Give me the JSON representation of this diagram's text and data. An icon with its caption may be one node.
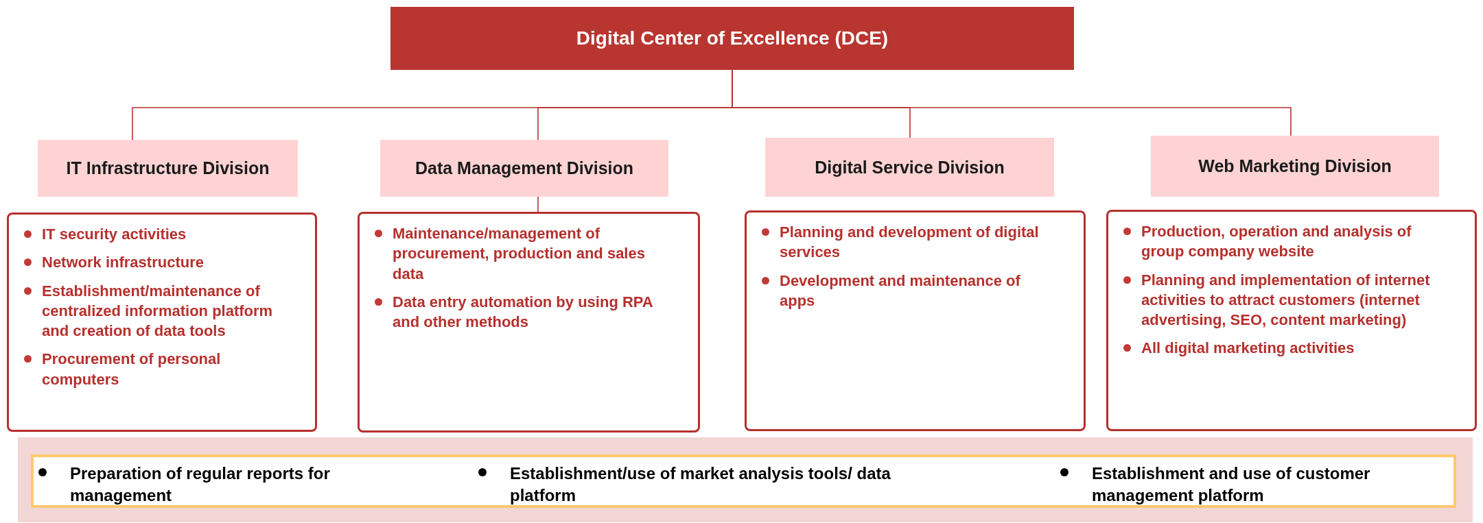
{
  "diagram": {
    "nodes": [
      {
        "text": [
          "Digital Center of Excellence (DCE)"
        ]
      },
      {
        "text": [
          "IT Infrastructure Division"
        ]
      },
      {
        "text": [
          "Data Management Division"
        ]
      },
      {
        "text": [
          "Digital Service Division"
        ]
      },
      {
        "text": [
          "Web Marketing Division"
        ]
      },
      {
        "text": [
          "IT security activities",
          "Network infrastructure",
          "Establishment/maintenance of centralized information platform and creation of data tools",
          "Procurement of personal computers"
        ]
      },
      {
        "text": [
          "Maintenance/management of procurement, production and sales data",
          "Data entry automation by using RPA and other methods"
        ]
      },
      {
        "text": [
          "Planning and development of digital services",
          "Development and maintenance of apps"
        ]
      },
      {
        "text": [
          "Production, operation and analysis of group company website",
          "Planning and implementation of internet activities to attract customers (internet advertising, SEO, content marketing)",
          "All digital marketing activities"
        ]
      },
      {
        "text": [],
        "shape": "box"
      },
      {
        "text": [
          "Preparation of regular reports for management",
          "Establishment/use of market analysis tools/ data platform",
          "Establishment and use of customer management platform"
        ],
        "in": 9
      }
    ],
    "edges": [
      {
        "from": 0,
        "to": 1,
        "arrow": "none"
      },
      {
        "from": 0,
        "to": 2,
        "arrow": "none"
      },
      {
        "from": 0,
        "to": 3,
        "arrow": "none"
      },
      {
        "from": 0,
        "to": 4,
        "arrow": "none"
      },
      {
        "from": 2,
        "to": 6,
        "arrow": "none"
      }
    ]
  }
}
